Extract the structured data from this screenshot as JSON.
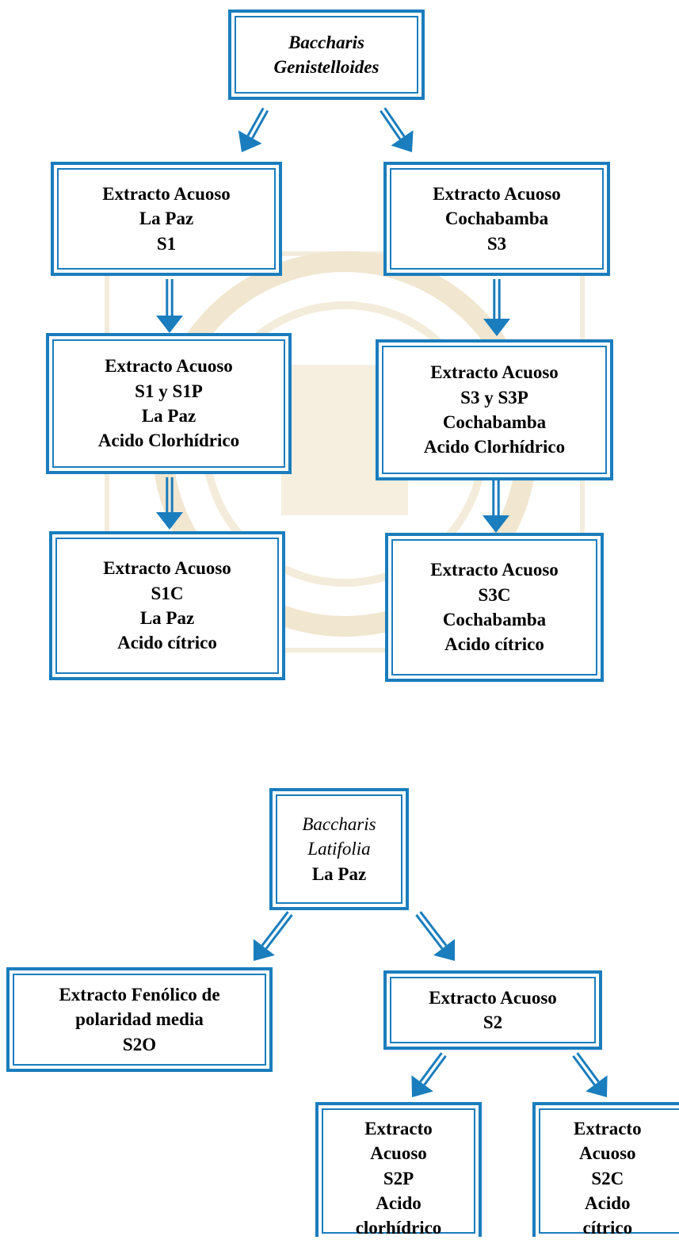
{
  "colors": {
    "border": "#1a7dbd",
    "arrow": "#1a7dbd",
    "text": "#000000",
    "watermark": "#f1e6cf"
  },
  "diagram": {
    "top_tree": {
      "root": {
        "line1": "Baccharis",
        "line2": "Genistelloides"
      },
      "left": {
        "s1": {
          "line1": "Extracto Acuoso",
          "line2": "La Paz",
          "line3": "S1"
        },
        "s1p": {
          "line1": "Extracto Acuoso",
          "line2": "S1 y S1P",
          "line3": "La Paz",
          "line4": "Acido Clorhídrico"
        },
        "s1c": {
          "line1": "Extracto Acuoso",
          "line2": "S1C",
          "line3": "La Paz",
          "line4": "Acido cítrico"
        }
      },
      "right": {
        "s3": {
          "line1": "Extracto Acuoso",
          "line2": "Cochabamba",
          "line3": "S3"
        },
        "s3p": {
          "line1": "Extracto Acuoso",
          "line2": "S3 y S3P",
          "line3": "Cochabamba",
          "line4": "Acido Clorhídrico"
        },
        "s3c": {
          "line1": "Extracto Acuoso",
          "line2": "S3C",
          "line3": "Cochabamba",
          "line4": "Acido cítrico"
        }
      }
    },
    "bottom_tree": {
      "root": {
        "line1": "Baccharis",
        "line2": "Latifolia",
        "line3": "La Paz"
      },
      "s2o": {
        "line1": "Extracto Fenólico de",
        "line2": "polaridad media",
        "line3": "S2O"
      },
      "s2": {
        "line1": "Extracto Acuoso",
        "line2": "S2"
      },
      "s2p": {
        "line1": "Extracto",
        "line2": "Acuoso",
        "line3": "S2P",
        "line4": "Acido",
        "line5": "clorhídrico"
      },
      "s2c": {
        "line1": "Extracto",
        "line2": "Acuoso",
        "line3": "S2C",
        "line4": "Acido",
        "line5": "cítrico"
      }
    }
  }
}
